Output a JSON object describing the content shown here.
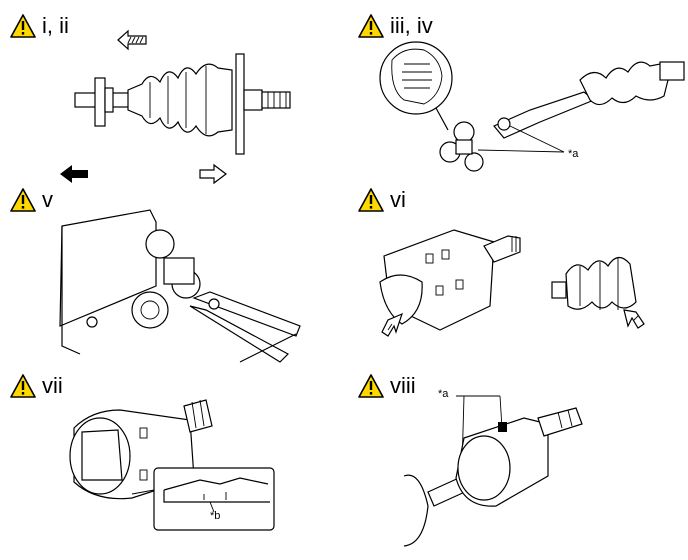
{
  "steps": [
    {
      "label": "i, ii"
    },
    {
      "label": "iii, iv"
    },
    {
      "label": "v"
    },
    {
      "label": "vi"
    },
    {
      "label": "vii"
    },
    {
      "label": "viii"
    }
  ],
  "callouts": {
    "a_top": "*a",
    "b_bottom": "*b",
    "a_bottom": "*a"
  },
  "colors": {
    "warning_fill": "#ffd800",
    "ink": "#000000"
  },
  "icons": {
    "warning": "warning-triangle-icon"
  }
}
